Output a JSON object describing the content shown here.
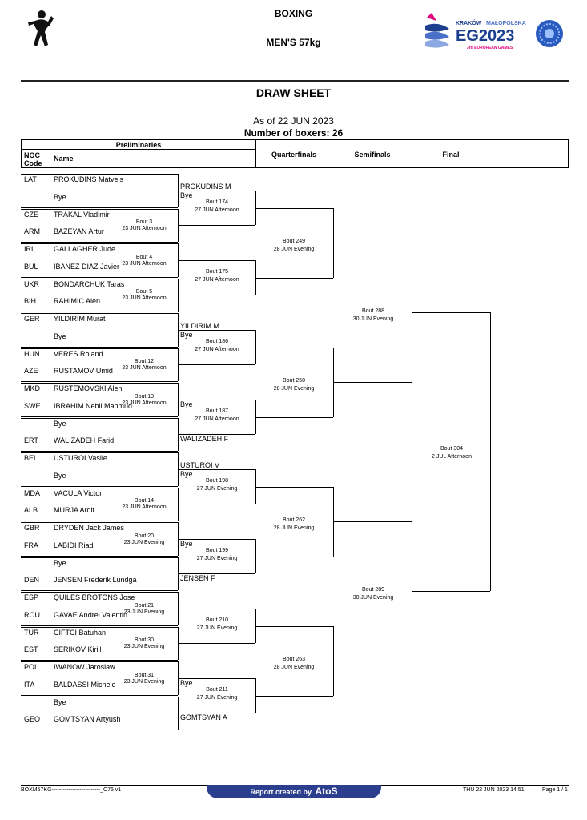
{
  "header": {
    "sport": "BOXING",
    "event": "MEN'S 57kg",
    "title": "DRAW SHEET",
    "as_of": "As of 22 JUN 2023",
    "num_boxers": "Number of boxers: 26",
    "logo_text": {
      "city": "KRAKÓW",
      "region": "MAŁOPOLSKA",
      "brand": "EG2023",
      "sub": "3rd EUROPEAN GAMES"
    }
  },
  "columns": {
    "preliminaries": "Preliminaries",
    "noc_code": "NOC\nCode",
    "name": "Name",
    "quarterfinals": "Quarterfinals",
    "semifinals": "Semifinals",
    "final": "Final"
  },
  "entries": [
    {
      "noc": "LAT",
      "name": "PROKUDINS Matvejs"
    },
    {
      "noc": "",
      "name": "Bye"
    },
    {
      "noc": "CZE",
      "name": "TRAKAL Vladimir"
    },
    {
      "noc": "ARM",
      "name": "BAZEYAN Artur"
    },
    {
      "noc": "IRL",
      "name": "GALLAGHER Jude"
    },
    {
      "noc": "BUL",
      "name": "IBANEZ DIAZ Javier"
    },
    {
      "noc": "UKR",
      "name": "BONDARCHUK Taras"
    },
    {
      "noc": "BIH",
      "name": "RAHIMIC Alen"
    },
    {
      "noc": "GER",
      "name": "YILDIRIM Murat"
    },
    {
      "noc": "",
      "name": "Bye"
    },
    {
      "noc": "HUN",
      "name": "VERES Roland"
    },
    {
      "noc": "AZE",
      "name": "RUSTAMOV Umid"
    },
    {
      "noc": "MKD",
      "name": "RUSTEMOVSKI Alen"
    },
    {
      "noc": "SWE",
      "name": "IBRAHIM Nebil Mahmud"
    },
    {
      "noc": "",
      "name": "Bye"
    },
    {
      "noc": "ERT",
      "name": "WALIZADEH Farid"
    },
    {
      "noc": "BEL",
      "name": "USTUROI Vasile"
    },
    {
      "noc": "",
      "name": "Bye"
    },
    {
      "noc": "MDA",
      "name": "VACULA Victor"
    },
    {
      "noc": "ALB",
      "name": "MURJA Ardit"
    },
    {
      "noc": "GBR",
      "name": "DRYDEN Jack James"
    },
    {
      "noc": "FRA",
      "name": "LABIDI Riad"
    },
    {
      "noc": "",
      "name": "Bye"
    },
    {
      "noc": "DEN",
      "name": "JENSEN Frederik Lundga"
    },
    {
      "noc": "ESP",
      "name": "QUILES BROTONS Jose"
    },
    {
      "noc": "ROU",
      "name": "GAVAE Andrei Valentin"
    },
    {
      "noc": "TUR",
      "name": "CIFTCI Batuhan"
    },
    {
      "noc": "EST",
      "name": "SERIKOV Kirill"
    },
    {
      "noc": "POL",
      "name": "IWANOW Jaroslaw"
    },
    {
      "noc": "ITA",
      "name": "BALDASSI Michele"
    },
    {
      "noc": "",
      "name": "Bye"
    },
    {
      "noc": "GEO",
      "name": "GOMTSYAN Artyush"
    }
  ],
  "prelim_bouts": [
    {
      "bout": "",
      "when": ""
    },
    {
      "bout": "Bout  3",
      "when": "23 JUN Afternoon"
    },
    {
      "bout": "Bout  4",
      "when": "23 JUN Afternoon"
    },
    {
      "bout": "Bout  5",
      "when": "23 JUN Afternoon"
    },
    {
      "bout": "",
      "when": ""
    },
    {
      "bout": "Bout  12",
      "when": "23 JUN Afternoon"
    },
    {
      "bout": "Bout  13",
      "when": "23 JUN Afternoon"
    },
    {
      "bout": "",
      "when": ""
    },
    {
      "bout": "",
      "when": ""
    },
    {
      "bout": "Bout  14",
      "when": "23 JUN Afternoon"
    },
    {
      "bout": "Bout  20",
      "when": "23 JUN Evening"
    },
    {
      "bout": "",
      "when": ""
    },
    {
      "bout": "Bout  21",
      "when": "23 JUN Evening"
    },
    {
      "bout": "Bout  30",
      "when": "23 JUN Evening"
    },
    {
      "bout": "Bout  31",
      "when": "23 JUN Evening"
    },
    {
      "bout": "",
      "when": ""
    }
  ],
  "r16_labels": [
    {
      "top": "PROKUDINS M",
      "bottom": "Bye"
    },
    {
      "top": "",
      "bottom": ""
    },
    {
      "top": "",
      "bottom": ""
    },
    {
      "top": "",
      "bottom": ""
    },
    {
      "top": "YILDIRIM M",
      "bottom": "Bye"
    },
    {
      "top": "",
      "bottom": ""
    },
    {
      "top": "",
      "bottom": "Bye"
    },
    {
      "top": "WALIZADEH F",
      "bottom": ""
    },
    {
      "top": "USTUROI V",
      "bottom": "Bye"
    },
    {
      "top": "",
      "bottom": ""
    },
    {
      "top": "",
      "bottom": "Bye"
    },
    {
      "top": "JENSEN F",
      "bottom": ""
    },
    {
      "top": "",
      "bottom": ""
    },
    {
      "top": "",
      "bottom": ""
    },
    {
      "top": "",
      "bottom": "Bye"
    },
    {
      "top": "GOMTSYAN A",
      "bottom": ""
    }
  ],
  "r16_bouts": [
    {
      "bout": "Bout  174",
      "when": "27 JUN Afternoon"
    },
    {
      "bout": "Bout  175",
      "when": "27 JUN Afternoon"
    },
    {
      "bout": "Bout  186",
      "when": "27 JUN Afternoon"
    },
    {
      "bout": "Bout  187",
      "when": "27 JUN Afternoon"
    },
    {
      "bout": "Bout  198",
      "when": "27 JUN Evening"
    },
    {
      "bout": "Bout  199",
      "when": "27 JUN Evening"
    },
    {
      "bout": "Bout  210",
      "when": "27 JUN Evening"
    },
    {
      "bout": "Bout  211",
      "when": "27 JUN Evening"
    }
  ],
  "qf_bouts": [
    {
      "bout": "Bout  249",
      "when": "28 JUN Evening"
    },
    {
      "bout": "Bout  250",
      "when": "28 JUN Evening"
    },
    {
      "bout": "Bout  262",
      "when": "28 JUN Evening"
    },
    {
      "bout": "Bout  263",
      "when": "28 JUN Evening"
    }
  ],
  "sf_bouts": [
    {
      "bout": "Bout  288",
      "when": "30 JUN Evening"
    },
    {
      "bout": "Bout  289",
      "when": "30 JUN Evening"
    }
  ],
  "final_bout": {
    "bout": "Bout  304",
    "when": "2 JUL Afternoon"
  },
  "footer": {
    "left": "BOXM57KG--------------------------_C75 v1",
    "center_prefix": "Report created by",
    "center_brand": "AtoS",
    "date": "THU 22 JUN 2023 14:51",
    "page": "Page 1 / 1"
  }
}
